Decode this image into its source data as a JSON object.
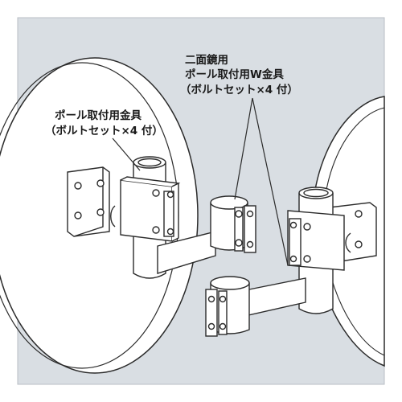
{
  "callout_single": {
    "line1": "ポール取付用金具",
    "line2": "（ボルトセット×4 付）"
  },
  "callout_double": {
    "line1": "二面鏡用",
    "line2": "ポール取付用W金具",
    "line3": "（ボルトセット×4 付）"
  },
  "colors": {
    "background": "#d9dee3",
    "outline": "#2b2b2b",
    "metal": "#ffffff",
    "frame": "#ffffff"
  }
}
